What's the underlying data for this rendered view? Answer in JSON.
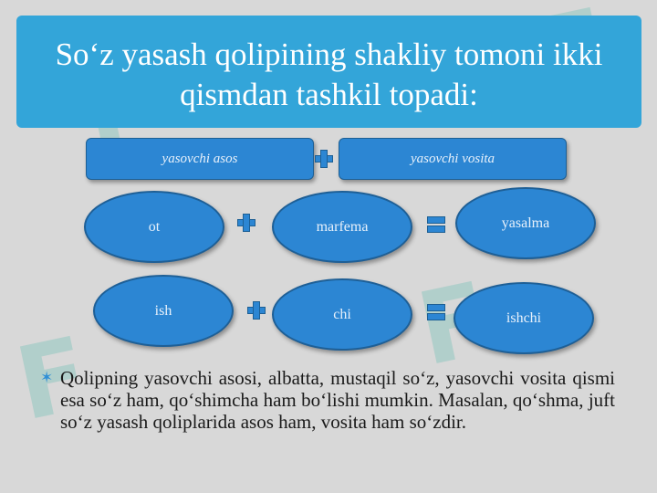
{
  "slide": {
    "title": "So‘z yasash qolipining shakliy tomoni ikki qismdan tashkil topadi:"
  },
  "diagram": {
    "header_left": "yasovchi asos",
    "header_right": "yasovchi vosita",
    "row1": [
      "ot",
      "marfema",
      "yasalma"
    ],
    "row2": [
      "ish",
      "chi",
      "ishchi"
    ]
  },
  "body": {
    "bullet_text": "Qolipning yasovchi asosi, albatta, mustaqil so‘z, yasovchi vosita qismi esa so‘z ham, qo‘shimcha ham bo‘lishi mumkin. Masalan, qo‘shma, juft so‘z yasash qoliplarida asos ham, vosita ham so‘zdir."
  },
  "colors": {
    "title_bar": "#33a5d9",
    "shape_fill": "#2c86d3",
    "bullet": "#2f8fd6"
  }
}
